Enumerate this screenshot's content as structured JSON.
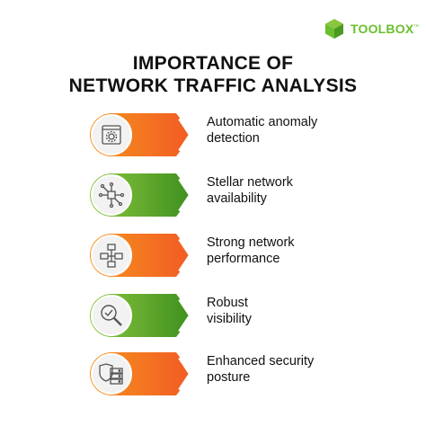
{
  "brand": {
    "name": "TOOLBOX",
    "tm": "™",
    "color": "#6abf2e"
  },
  "title": {
    "line1": "IMPORTANCE OF",
    "line2": "NETWORK TRAFFIC ANALYSIS"
  },
  "colors": {
    "orange": "#f15a24",
    "orange_light": "#f7931e",
    "green": "#3d8f1e",
    "green_light": "#8cc63f",
    "icon_stroke": "#555555"
  },
  "items": [
    {
      "line1": "Automatic anomaly",
      "line2": "detection",
      "color": "orange",
      "icon": "gear-window-icon"
    },
    {
      "line1": "Stellar network",
      "line2": "availability",
      "color": "green",
      "icon": "network-chip-icon"
    },
    {
      "line1": "Strong network",
      "line2": "performance",
      "color": "orange",
      "icon": "flowchart-icon"
    },
    {
      "line1": "Robust",
      "line2": "visibility",
      "color": "green",
      "icon": "magnifier-check-icon"
    },
    {
      "line1": "Enhanced security",
      "line2": "posture",
      "color": "orange",
      "icon": "shield-server-icon"
    }
  ]
}
